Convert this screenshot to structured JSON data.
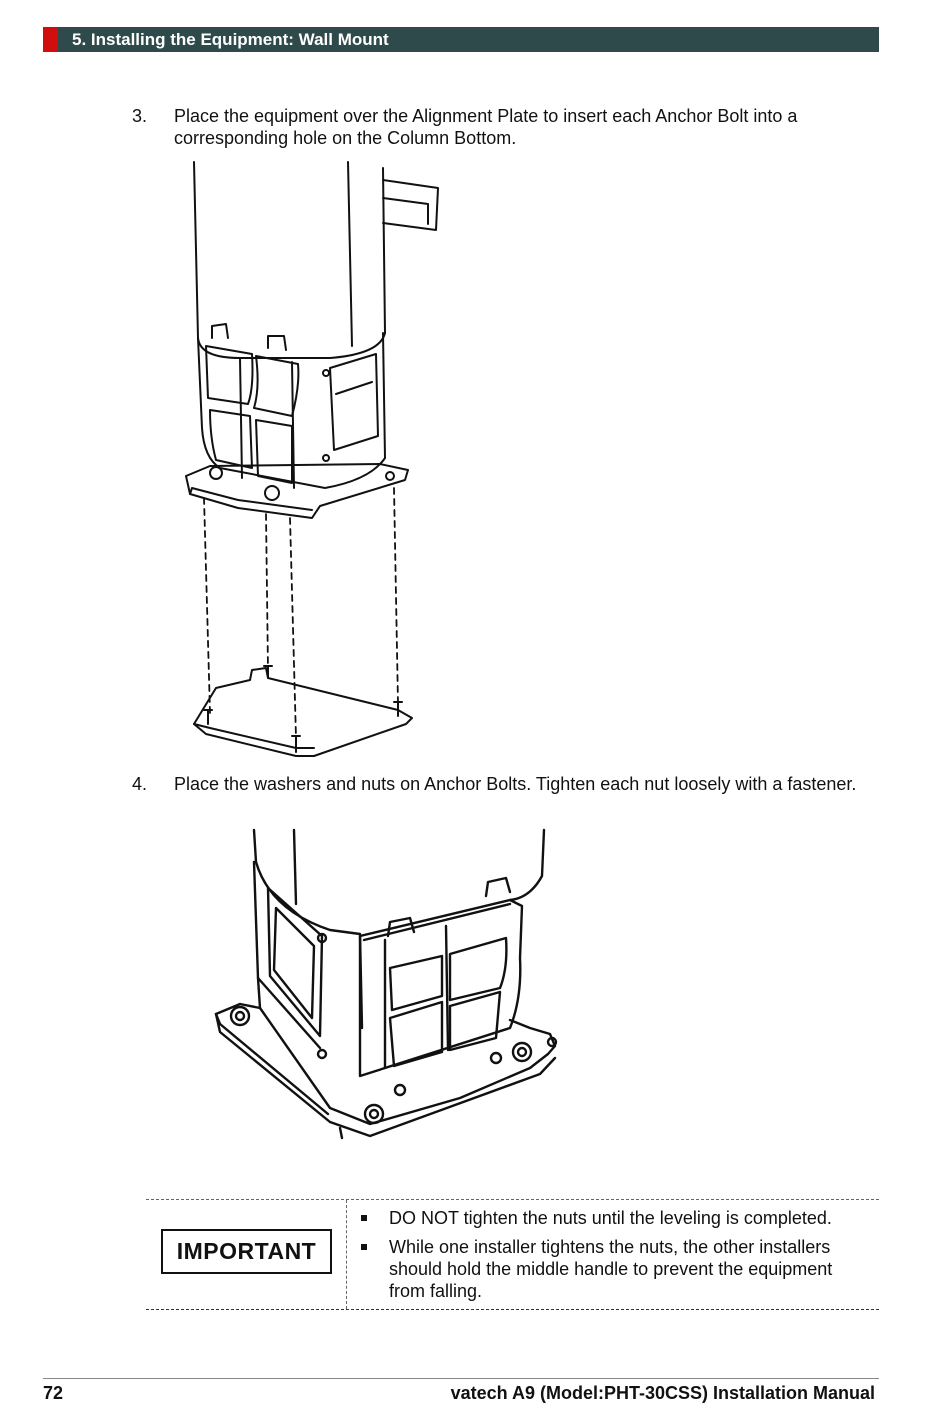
{
  "header": {
    "section_title": "5. Installing the Equipment: Wall Mount",
    "accent_color": "#d10d0d",
    "bar_color": "#2f4a4a"
  },
  "steps": [
    {
      "number": "3.",
      "text": "Place the equipment over the Alignment Plate to insert each Anchor Bolt into a corresponding hole on the Column Bottom."
    },
    {
      "number": "4.",
      "text": "Place the washers and nuts on Anchor Bolts. Tighten each nut loosely with a fastener."
    }
  ],
  "important": {
    "label": "IMPORTANT",
    "items": [
      "DO NOT tighten the nuts until the leveling is completed.",
      "While one installer tightens the nuts, the other installers should hold the middle handle to prevent the equipment from falling."
    ]
  },
  "footer": {
    "page_number": "72",
    "manual_title": "vatech A9 (Model:PHT-30CSS) Installation Manual"
  }
}
